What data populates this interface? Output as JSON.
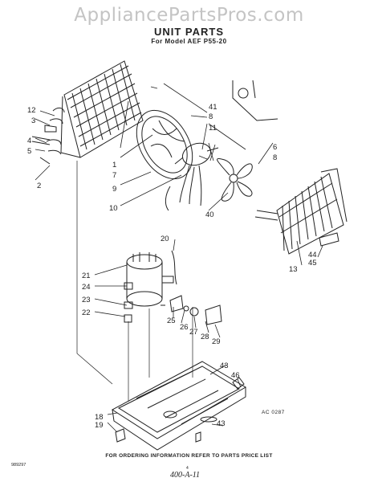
{
  "watermark": "AppliancePartsPros.com",
  "title": "UNIT PARTS",
  "subtitle": "For Model AEF P55-20",
  "labels": {
    "l1": "1",
    "l2": "2",
    "l3": "3",
    "l4": "4",
    "l5": "5",
    "l6": "6",
    "l7": "7",
    "l8a": "8",
    "l8b": "8",
    "l9": "9",
    "l10": "10",
    "l11": "11",
    "l12": "12",
    "l13": "13",
    "l18": "18",
    "l19": "19",
    "l20": "20",
    "l21": "21",
    "l22": "22",
    "l23": "23",
    "l24": "24",
    "l25": "25",
    "l26": "26",
    "l27": "27",
    "l28": "28",
    "l29": "29",
    "l40": "40",
    "l41": "41",
    "l43a": "43",
    "l43b": "43",
    "l44": "44",
    "l45": "45",
    "l46": "46"
  },
  "diagram_ref": "AC 0287",
  "footer": "FOR ORDERING INFORMATION REFER TO PARTS PRICE LIST",
  "doc_code": "989297",
  "page_number": "4",
  "handwritten_note": "400-A-11"
}
